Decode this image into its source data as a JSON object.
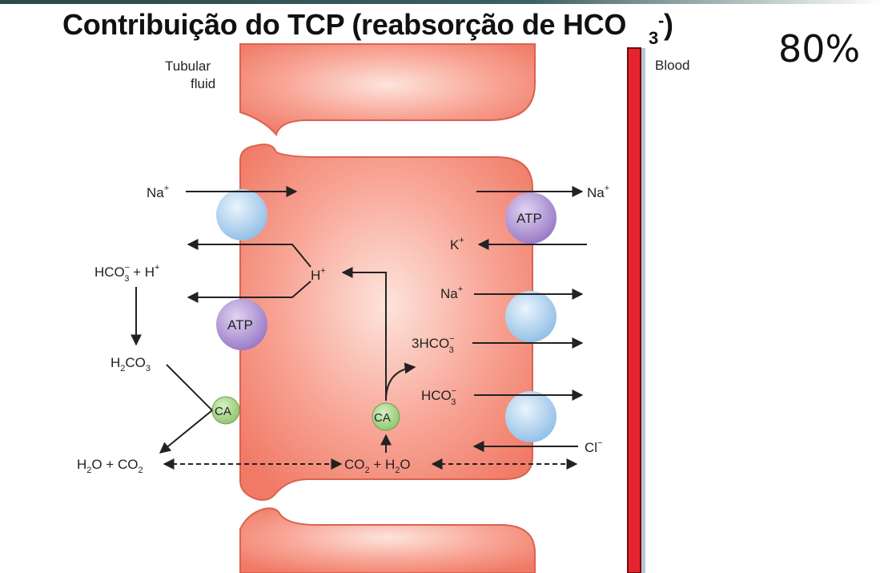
{
  "title": {
    "main": "Contribuição do TCP (reabsorção de HCO",
    "subscript": "3",
    "superscript": "-",
    "close": ")"
  },
  "percentage": "80%",
  "labels": {
    "tubular_fluid_1": "Tubular",
    "tubular_fluid_2": "fluid",
    "blood": "Blood"
  },
  "ions": {
    "na": "Na",
    "k": "K",
    "h": "H",
    "cl": "Cl",
    "plus": "+",
    "minus": "−",
    "hco3_base": "HCO",
    "sub3": "3",
    "three_hco3_base": "3HCO",
    "hco3_h_tail": " + H",
    "h2co3_a": "H",
    "h2co3_b": "CO",
    "h2o_a": "H",
    "h2o_b": "O + CO",
    "co2_a": "CO",
    "co2_b": " + H",
    "co2_c": "O",
    "sub2": "2"
  },
  "badges": {
    "atp": "ATP",
    "ca": "CA"
  },
  "colors": {
    "cell": "#f58672",
    "cell_dark": "#e8644f",
    "channel": "#a9d0ee",
    "atp": "#a98bd0",
    "ca": "#9fd07c",
    "blood_vessel": "#e8232e",
    "blood_outline": "#6a1010"
  }
}
